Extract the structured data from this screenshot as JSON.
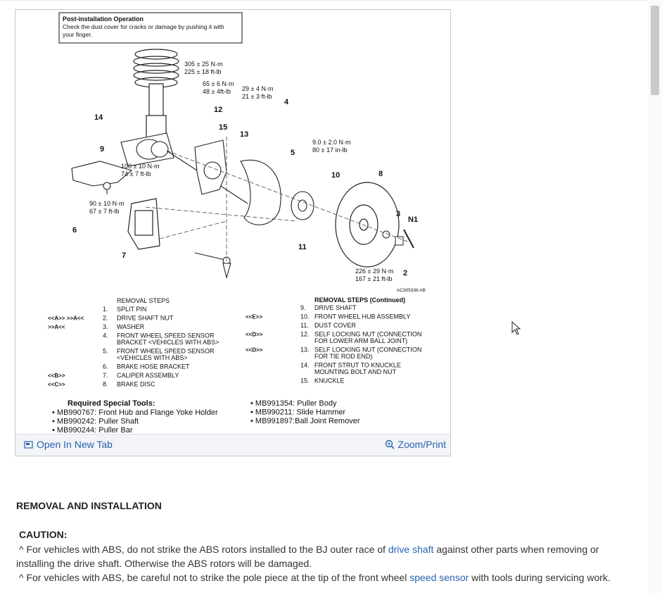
{
  "figure": {
    "note_title": "Post-installation Operation",
    "note_body": [
      "Check the dust cover for cracks or damage by pushing it with",
      "your finger."
    ],
    "torques": {
      "t305": [
        "305 ± 25 N·m",
        "225 ± 18 ft-lb"
      ],
      "t65": [
        "65 ± 6 N·m",
        "48 ± 4ft-lb"
      ],
      "t29": [
        "29 ± 4 N·m",
        "21 ± 3 ft-lb"
      ],
      "t9": [
        "9.0 ± 2.0 N·m",
        "80 ± 17 in-lb"
      ],
      "t100": [
        "100 ± 10 N·m",
        "74 ± 7 ft-lb"
      ],
      "t90": [
        "90 ± 10 N·m",
        "67 ± 7 ft-lb"
      ],
      "t226": [
        "226 ± 29 N·m",
        "167 ± 21 ft-lb"
      ]
    },
    "callouts": [
      "14",
      "9",
      "12",
      "15",
      "13",
      "4",
      "5",
      "10",
      "8",
      "3",
      "N1",
      "6",
      "7",
      "11",
      "2"
    ],
    "fig_code": "AC305336 AB",
    "steps_title_left": "REMOVAL STEPS",
    "steps_left": [
      {
        "tag": "",
        "num": "1.",
        "text": [
          "SPLIT PIN"
        ]
      },
      {
        "tag": "<<A>>   >>A<<",
        "num": "2.",
        "text": [
          "DRIVE SHAFT NUT"
        ]
      },
      {
        "tag": ">>A<<",
        "num": "3.",
        "text": [
          "WASHER"
        ]
      },
      {
        "tag": "",
        "num": "4.",
        "text": [
          "FRONT WHEEL SPEED SENSOR",
          "BRACKET <VEHICLES WITH ABS>"
        ]
      },
      {
        "tag": "",
        "num": "5.",
        "text": [
          "FRONT WHEEL SPEED SENSOR",
          "<VEHICLES WITH ABS>"
        ]
      },
      {
        "tag": "",
        "num": "6.",
        "text": [
          "BRAKE HOSE BRACKET"
        ]
      },
      {
        "tag": "<<B>>",
        "num": "7.",
        "text": [
          "CALIPER ASSEMBLY"
        ]
      },
      {
        "tag": "<<C>>",
        "num": "8.",
        "text": [
          "BRAKE DISC"
        ]
      }
    ],
    "steps_title_right": "REMOVAL STEPS  (Continued)",
    "steps_right": [
      {
        "tag": "",
        "num": "9.",
        "text": [
          "DRIVE SHAFT"
        ]
      },
      {
        "tag": "<<E>>",
        "num": "10.",
        "text": [
          "FRONT WHEEL HUB ASSEMBLY"
        ]
      },
      {
        "tag": "",
        "num": "11.",
        "text": [
          "DUST COVER"
        ]
      },
      {
        "tag": "<<D>>",
        "num": "12.",
        "text": [
          "SELF LOCKING NUT (CONNECTION",
          "FOR LOWER ARM BALL JOINT)"
        ]
      },
      {
        "tag": "<<D>>",
        "num": "13.",
        "text": [
          "SELF LOCKING NUT (CONNECTION",
          "FOR TIE ROD END)"
        ]
      },
      {
        "tag": "",
        "num": "14.",
        "text": [
          "FRONT STRUT TO KNUCKLE",
          "MOUNTING BOLT AND NUT"
        ]
      },
      {
        "tag": "",
        "num": "15.",
        "text": [
          "KNUCKLE"
        ]
      }
    ],
    "tools_title": "Required Special Tools:",
    "tools_left": [
      "MB990767: Front Hub and Flange Yoke Holder",
      "MB990242: Puller Shaft",
      "MB990244: Puller Bar"
    ],
    "tools_right": [
      "MB991354: Puller Body",
      "MB990211: Slide Hammer",
      "MB991897:Ball Joint Remover"
    ],
    "open_new_tab": "Open In New Tab",
    "zoom_print": "Zoom/Print"
  },
  "section_heading": "REMOVAL AND INSTALLATION",
  "caution_title": "CAUTION:",
  "caution_1": {
    "pre": "For vehicles with ABS, do not strike the ABS rotors installed to the BJ outer race of ",
    "link": "drive shaft",
    "post": " against other parts when removing or",
    "line2": "installing the drive shaft. Otherwise the ABS rotors will be damaged."
  },
  "caution_2": {
    "pre": "For vehicles with ABS, be careful not to strike the pole piece at the tip of the front wheel ",
    "link": "speed sensor",
    "post": " with tools during servicing work."
  },
  "bullet_glyph": "^",
  "colors": {
    "link": "#2a62b0",
    "footer_bg": "#f2f4f7"
  }
}
